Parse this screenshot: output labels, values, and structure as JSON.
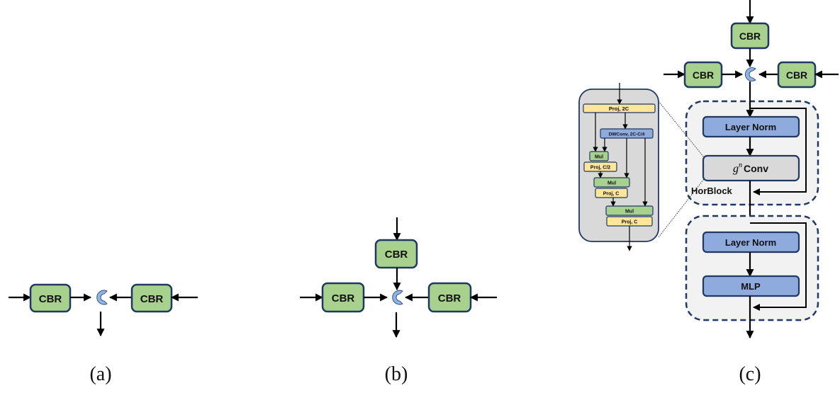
{
  "colors": {
    "cbr_fill": "#a9d18e",
    "block_stroke": "#1f3864",
    "concat_fill": "#8eb4e3",
    "blue_block_fill": "#8faadc",
    "gray_block_fill": "#d9d9d9",
    "yellow_block_fill": "#ffe699",
    "green_block_fill": "#a9d18e",
    "panel_fill": "#d9d9d9",
    "dashed_panel_fill": "#f2f2f2",
    "arrow": "#000000"
  },
  "panel_a": {
    "caption": "(a)",
    "left_block": "CBR",
    "right_block": "CBR",
    "concat_symbol": "C"
  },
  "panel_b": {
    "caption": "(b)",
    "top_block": "CBR",
    "left_block": "CBR",
    "right_block": "CBR",
    "concat_symbol": "C"
  },
  "panel_c": {
    "caption": "(c)",
    "top_block": "CBR",
    "left_block": "CBR",
    "right_block": "CBR",
    "concat_symbol": "C",
    "horblock": {
      "label": "HorBlock",
      "layer_norm": "Layer Norm",
      "gnconv_base": "g",
      "gnconv_sup": "n",
      "gnconv_suffix": "Conv"
    },
    "mlp_block": {
      "layer_norm": "Layer Norm",
      "mlp": "MLP"
    },
    "gnconv_detail": {
      "proj_in": "Proj, 2C",
      "dwconv": "DWConv, 2C-C/4",
      "mul_1": "Mul",
      "proj_1": "Proj, C/2",
      "mul_2": "Mul",
      "proj_2": "Proj, C",
      "mul_3": "Mul",
      "proj_out": "Proj, C"
    }
  }
}
